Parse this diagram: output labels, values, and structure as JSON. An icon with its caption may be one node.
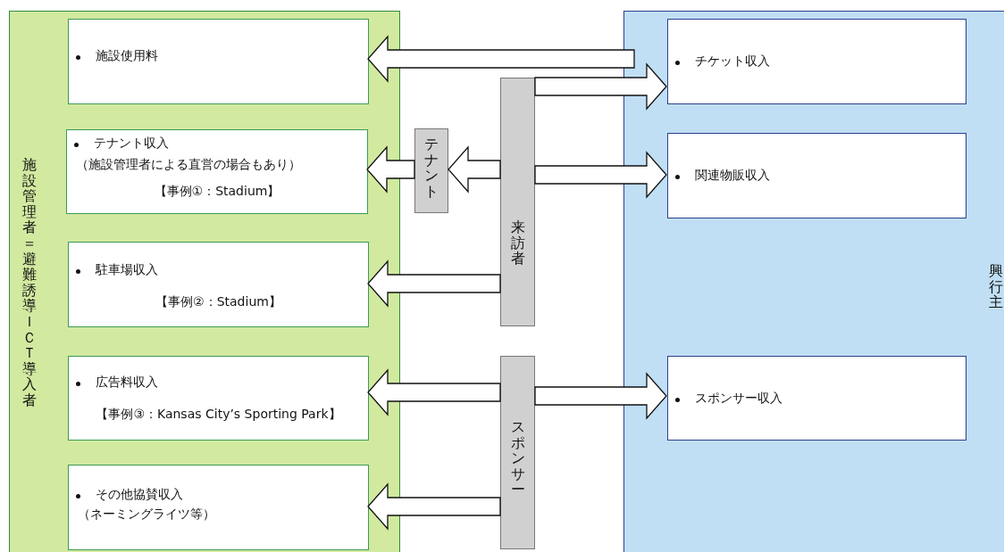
{
  "diagram": {
    "nodes": [
      {
        "text": [
          "施設管理者＝避難誘導ＩＣＴ導入者"
        ]
      },
      {
        "text": [
          "施設使用料"
        ],
        "in": 0
      },
      {
        "text": [
          "テナント収入",
          "（施設管理者による直営の場合もあり）",
          "【事例①：Stadium】"
        ],
        "in": 0
      },
      {
        "text": [
          "駐車場収入",
          "【事例②：Stadium】"
        ],
        "in": 0
      },
      {
        "text": [
          "広告料収入",
          "【事例③：Kansas City’s Sporting Park】"
        ],
        "in": 0
      },
      {
        "text": [
          "その他協賛収入",
          "（ネーミングライツ等）"
        ],
        "in": 0
      },
      {
        "text": [
          "興行主"
        ]
      },
      {
        "text": [
          "チケット収入"
        ],
        "in": 6
      },
      {
        "text": [
          "関連物販収入"
        ],
        "in": 6
      },
      {
        "text": [
          "スポンサー収入"
        ],
        "in": 6
      },
      {
        "text": [
          "テナント"
        ]
      },
      {
        "text": [
          "来訪者"
        ]
      },
      {
        "text": [
          "スポンサー"
        ]
      }
    ],
    "edges": [
      {
        "from": 6,
        "to": 1,
        "arrow": "to"
      },
      {
        "from": 11,
        "to": 7,
        "arrow": "to"
      },
      {
        "from": 11,
        "to": 10,
        "arrow": "to"
      },
      {
        "from": 10,
        "to": 2,
        "arrow": "to"
      },
      {
        "from": 11,
        "to": 8,
        "arrow": "to"
      },
      {
        "from": 11,
        "to": 3,
        "arrow": "to"
      },
      {
        "from": 12,
        "to": 4,
        "arrow": "to"
      },
      {
        "from": 12,
        "to": 9,
        "arrow": "to"
      },
      {
        "from": 12,
        "to": 5,
        "arrow": "to"
      }
    ]
  }
}
